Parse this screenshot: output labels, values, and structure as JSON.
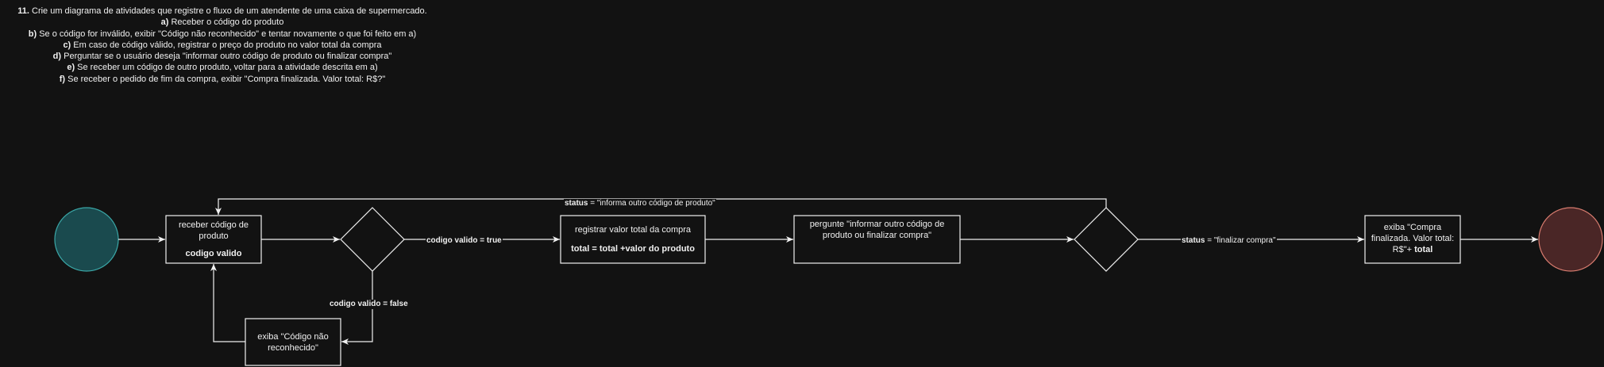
{
  "task": {
    "number": "11.",
    "title": "Crie um diagrama de atividades que registre o fluxo de um atendente de uma caixa de supermercado.",
    "items": [
      {
        "letter": "a)",
        "text": "Receber o código do produto"
      },
      {
        "letter": "b)",
        "text": "Se o código for inválido, exibir \"Código não reconhecido\" e tentar novamente o que foi feito em a)"
      },
      {
        "letter": "c)",
        "text": "Em caso de código válido, registrar o preço do produto no valor total da compra"
      },
      {
        "letter": "d)",
        "text": "Perguntar se o usuário deseja \"informar outro código de produto ou finalizar compra\""
      },
      {
        "letter": "e)",
        "text": "Se receber um código de outro produto, voltar para a atividade descrita em a)"
      },
      {
        "letter": "f)",
        "text": "Se receber o pedido de fim da compra, exibir \"Compra finalizada. Valor total: R$?\""
      }
    ]
  },
  "nodes": {
    "receive": {
      "text": "receber código de produto",
      "bold": "codigo valido"
    },
    "register": {
      "text": "registrar valor total da compra",
      "bold": "total = total +valor do produto"
    },
    "ask": {
      "text": "pergunte \"informar outro código de produto ou finalizar compra\""
    },
    "invalid": {
      "text": "exiba \"Código não reconhecido\""
    },
    "finish": {
      "text": "exiba \"Compra finalizada. Valor total: R$\"+",
      "bold": "total"
    }
  },
  "edges": {
    "valid_true": {
      "text": "codigo valido = true"
    },
    "valid_false": {
      "text": "codigo valido = false"
    },
    "status_other": {
      "bold": "status",
      "text": " =  \"informa outro código de produto\""
    },
    "status_finish": {
      "bold": "status",
      "text": " =  \"finalizar compra\""
    }
  },
  "colors": {
    "background": "#121212",
    "line": "#f0f0f0",
    "start_fill": "#1a4a4e",
    "start_stroke": "#3aa6a6",
    "end_fill": "#4a2626",
    "end_stroke": "#d67b6e"
  }
}
